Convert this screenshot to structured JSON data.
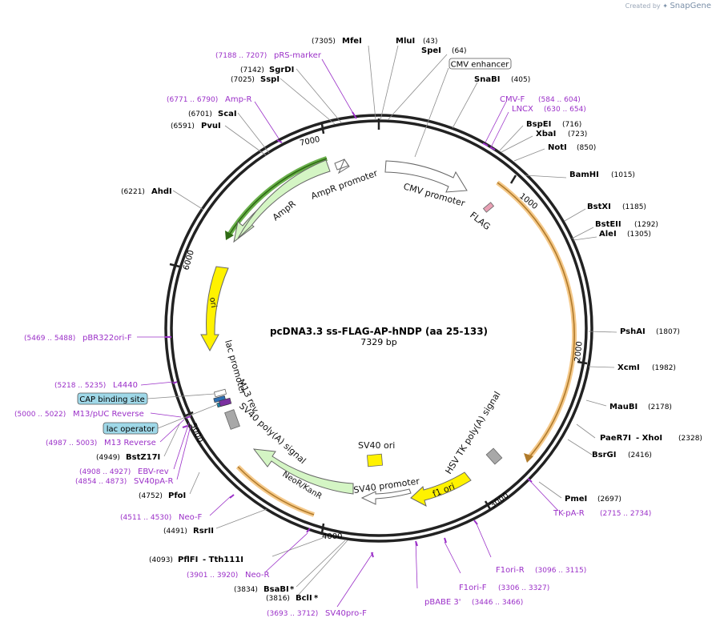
{
  "branding": {
    "prefix": "Created by",
    "name": "SnapGene"
  },
  "plasmid": {
    "name": "pcDNA3.3 ss-FLAG-AP-hNDP (aa 25-133)",
    "length": 7329,
    "length_label": "7329 bp"
  },
  "ticks": [
    "1000",
    "2000",
    "3000",
    "4000",
    "5000",
    "6000",
    "7000"
  ],
  "sites": [
    {
      "name": "MfeI",
      "pos": "(7305)"
    },
    {
      "name": "MluI",
      "pos": "(43)"
    },
    {
      "name": "SpeI",
      "pos": "(64)"
    },
    {
      "name": "SnaBI",
      "pos": "(405)"
    },
    {
      "name": "BspEI",
      "pos": "(716)"
    },
    {
      "name": "XbaI",
      "pos": "(723)"
    },
    {
      "name": "NotI",
      "pos": "(850)"
    },
    {
      "name": "BamHI",
      "pos": "(1015)"
    },
    {
      "name": "BstXI",
      "pos": "(1185)"
    },
    {
      "name": "BstEII",
      "pos": "(1292)"
    },
    {
      "name": "AleI",
      "pos": "(1305)"
    },
    {
      "name": "PshAI",
      "pos": "(1807)"
    },
    {
      "name": "XcmI",
      "pos": "(1982)"
    },
    {
      "name": "MauBI",
      "pos": "(2178)"
    },
    {
      "name": "PaeR7I",
      "pos": "(2328)",
      "extra": " - XhoI"
    },
    {
      "name": "BsrGI",
      "pos": "(2416)"
    },
    {
      "name": "PmeI",
      "pos": "(2697)"
    },
    {
      "name": "BsaBI",
      "pos": "(3834)",
      "extra": " *"
    },
    {
      "name": "BclI",
      "pos": "(3816)",
      "extra": " *"
    },
    {
      "name": "PflFI",
      "pos": "(4093)",
      "extra": " - Tth111I"
    },
    {
      "name": "RsrII",
      "pos": "(4491)"
    },
    {
      "name": "PfoI",
      "pos": "(4752)"
    },
    {
      "name": "BstZ17I",
      "pos": "(4949)"
    },
    {
      "name": "AhdI",
      "pos": "(6221)"
    },
    {
      "name": "PvuI",
      "pos": "(6591)"
    },
    {
      "name": "ScaI",
      "pos": "(6701)"
    },
    {
      "name": "SspI",
      "pos": "(7025)"
    },
    {
      "name": "SgrDI",
      "pos": "(7142)"
    }
  ],
  "primers": [
    {
      "name": "pRS-marker",
      "range": "(7188 .. 7207)"
    },
    {
      "name": "Amp-R",
      "range": "(6771 .. 6790)"
    },
    {
      "name": "CMV-F",
      "range": "(584 .. 604)"
    },
    {
      "name": "LNCX",
      "range": "(630 .. 654)"
    },
    {
      "name": "pBR322ori-F",
      "range": "(5469 .. 5488)"
    },
    {
      "name": "L4440",
      "range": "(5218 .. 5235)"
    },
    {
      "name": "M13/pUC Reverse",
      "range": "(5000 .. 5022)"
    },
    {
      "name": "M13 Reverse",
      "range": "(4987 .. 5003)"
    },
    {
      "name": "EBV-rev",
      "range": "(4908 .. 4927)"
    },
    {
      "name": "SV40pA-R",
      "range": "(4854 .. 4873)"
    },
    {
      "name": "Neo-F",
      "range": "(4511 .. 4530)"
    },
    {
      "name": "Neo-R",
      "range": "(3901 .. 3920)"
    },
    {
      "name": "SV40pro-F",
      "range": "(3693 .. 3712)"
    },
    {
      "name": "pBABE 3'",
      "range": "(3446 .. 3466)"
    },
    {
      "name": "F1ori-F",
      "range": "(3306 .. 3327)"
    },
    {
      "name": "F1ori-R",
      "range": "(3096 .. 3115)"
    },
    {
      "name": "TK-pA-R",
      "range": "(2715 .. 2734)"
    }
  ],
  "boxed_features": {
    "cmv_enhancer": "CMV enhancer",
    "cap_binding_site": "CAP binding site",
    "lac_operator": "lac operator"
  },
  "features": {
    "cmv_promoter": "CMV promoter",
    "flag": "FLAG",
    "ampr_promoter": "AmpR promoter",
    "ampr": "AmpR",
    "ori": "ori",
    "lac_promoter": "lac promoter",
    "m13_rev": "M13 rev",
    "sv40_polya": "SV40 poly(A) signal",
    "hsv_tk_polya": "HSV TK poly(A) signal",
    "sv40_ori": "SV40 ori",
    "f1_ori": "f1 ori",
    "sv40_promoter": "SV40 promoter",
    "neor_kanr": "NeoR/KanR"
  },
  "colors": {
    "backbone": "#222222",
    "site_line": "#8c8c8c",
    "primer": "#9b30c8",
    "orf_highlight": "#f5c98a",
    "orf_arrow": "#b07a2a",
    "ampr_highlight": "#6ab04c",
    "feature_green": "#d4f5c4",
    "feature_yellow": "#fff200",
    "feature_white": "#ffffff",
    "feature_gray": "#a8a8a8",
    "feature_pink": "#e8a0b4",
    "box_blue": "#9fd8e8"
  }
}
